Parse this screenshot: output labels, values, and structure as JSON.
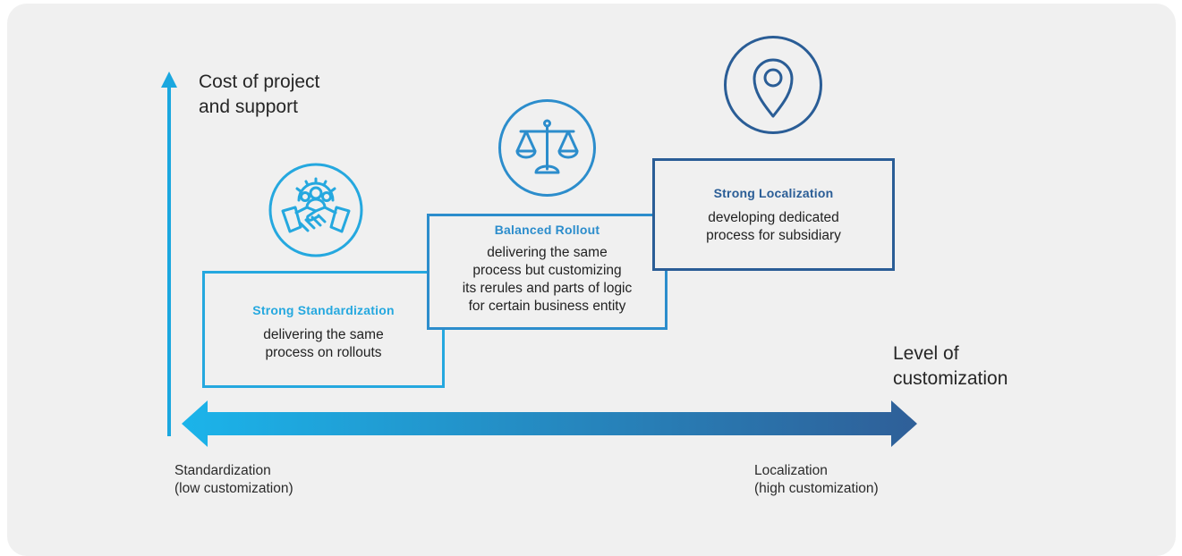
{
  "y_axis": {
    "label_line1": "Cost of project",
    "label_line2": "and support"
  },
  "x_axis": {
    "label_line1": "Level of",
    "label_line2": "customization",
    "left_caption_line1": "Standardization",
    "left_caption_line2": "(low customization)",
    "right_caption_line1": "Localization",
    "right_caption_line2": "(high customization)"
  },
  "steps": [
    {
      "title": "Strong Standardization",
      "desc_lines": [
        "delivering the same",
        "process on rollouts"
      ],
      "icon": "handshake-team-icon",
      "color": "#25a8df"
    },
    {
      "title": "Balanced Rollout",
      "desc_lines": [
        "delivering the same",
        "process but customizing",
        "its rerules and parts of logic",
        "for certain business entity"
      ],
      "icon": "scales-icon",
      "color": "#2c8dcc"
    },
    {
      "title": "Strong  Localization",
      "desc_lines": [
        "developing dedicated",
        "process for subsidiary"
      ],
      "icon": "location-pin-icon",
      "color": "#2a5d96"
    }
  ],
  "colors": {
    "gradient_start": "#1bb4ea",
    "gradient_end": "#2f5f98",
    "background": "#f0f0f0"
  }
}
